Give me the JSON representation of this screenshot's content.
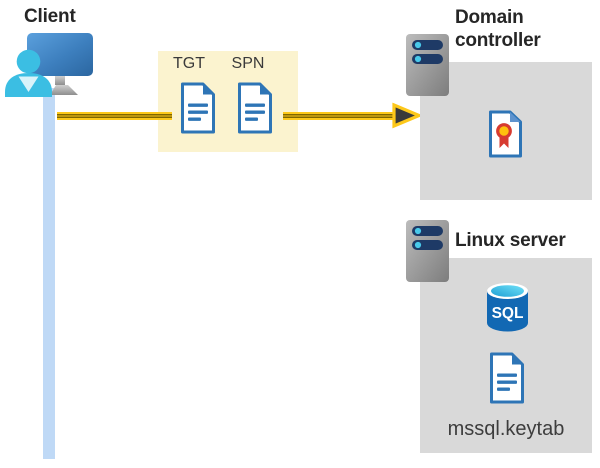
{
  "client": {
    "label": "Client"
  },
  "tickets": {
    "tgt": "TGT",
    "spn": "SPN"
  },
  "domain_controller": {
    "label": "Domain controller"
  },
  "linux_server": {
    "label": "Linux server",
    "keytab": "mssql.keytab",
    "sql_badge": "SQL"
  },
  "colors": {
    "arrow_yellow": "#FDC81A",
    "arrow_stripe": "#7F6600",
    "arrowhead_dark": "#3A3A3A",
    "highlight_box": "#FBF3CF",
    "panel_gray": "#D9D9D9",
    "document_blue": "#2E75B6",
    "sql_body_blue": "#1268B3",
    "sql_top_cyan": "#4FD4F2",
    "person_cyan": "#3BBEE3",
    "client_line_blue": "#BFD9F6",
    "server_bar_navy": "#1E3A66",
    "server_dot_cyan": "#49C9EA",
    "certificate_red": "#D73B30",
    "certificate_gold": "#FFC20E",
    "monitor_blue": "#3D7FBE"
  }
}
